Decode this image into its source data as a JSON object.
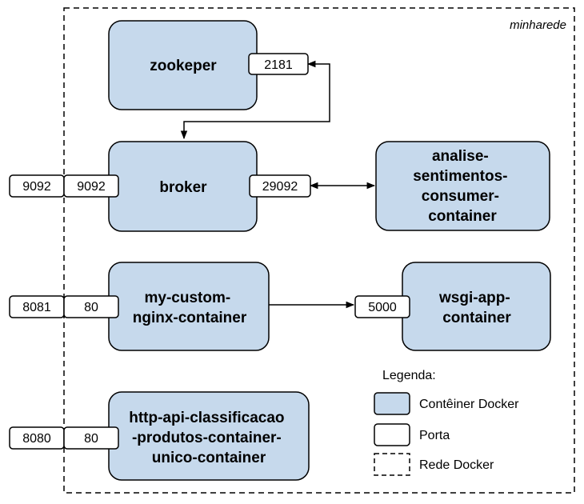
{
  "network": {
    "name": "minharede"
  },
  "containers": {
    "zookeeper": [
      "zookeper"
    ],
    "broker": [
      "broker"
    ],
    "analise": [
      "analise-",
      "sentimentos-",
      "consumer-",
      "container"
    ],
    "nginx": [
      "my-custom-",
      "nginx-container"
    ],
    "wsgi": [
      "wsgi-app-",
      "container"
    ],
    "http_api": [
      "http-api-classificacao",
      "-produtos-container-",
      "unico-container"
    ]
  },
  "ports": {
    "zookeeper_internal": "2181",
    "broker_host": "9092",
    "broker_internal": "9092",
    "broker_external": "29092",
    "nginx_host": "8081",
    "nginx_internal": "80",
    "wsgi_internal": "5000",
    "http_api_host": "8080",
    "http_api_internal": "80"
  },
  "legend": {
    "title": "Legenda:",
    "container": "Contêiner Docker",
    "port": "Porta",
    "network": "Rede Docker"
  },
  "colors": {
    "container_fill": "#c6d9ec",
    "port_fill": "#ffffff",
    "stroke": "#000000"
  }
}
